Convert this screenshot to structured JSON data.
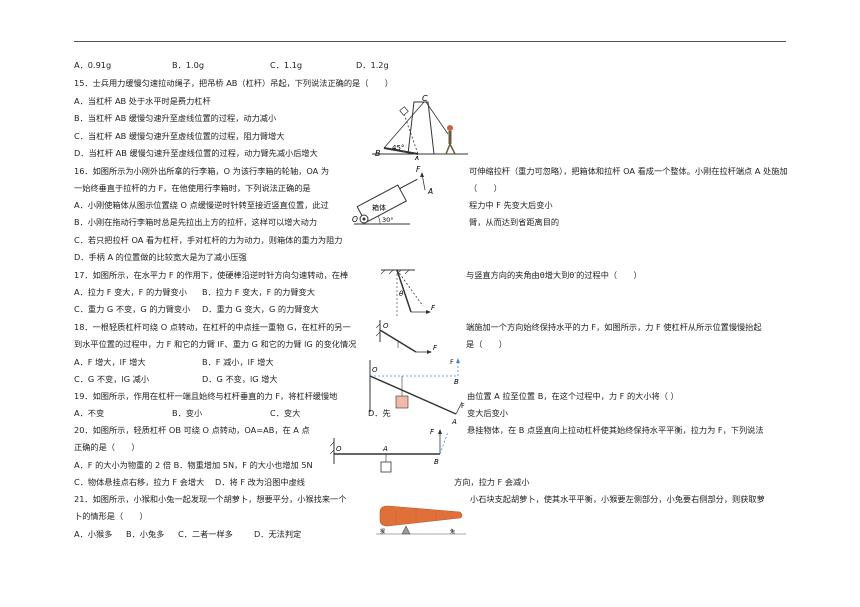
{
  "q14_options": [
    "A．0.91g",
    "B．1.0g",
    "C．1.1g",
    "D．1.2g"
  ],
  "q15": {
    "stem": "15．士兵用力缓慢匀速拉动绳子，把吊桥 AB（杠杆）吊起，下列说法正确的是（　　）",
    "options": [
      "A．当杠杆 AB 处于水平时是费力杠杆",
      "B．当杠杆 AB 缓慢匀速升至虚线位置的过程，动力减小",
      "C．当杠杆 AB 缓慢匀速升至虚线位置的过程，阻力臂增大",
      "D．当杠杆 AB 缓慢匀速升至虚线位置的过程，动力臂先减小后增大"
    ],
    "fig_labels": {
      "c": "C",
      "b": "B",
      "a": "A",
      "angle": "45°"
    }
  },
  "q16": {
    "stem_1a": "16．如图所示为小刚外出所拿的行李箱，O 为该行李箱的轮轴，OA 为",
    "stem_1b": "可伸缩拉杆（重力可忽略），把箱体和拉杆 OA 看成一个整体。小刚在拉杆端点 A 处施加",
    "stem_2a": "一始终垂直于拉杆的力 F，在他使用行李箱时，下列说法正确的是",
    "stem_2b": "（　　）",
    "opt_a_1": "A．小刚使箱体从图示位置绕 O 点缓慢逆时针转至接近竖直位置，此过",
    "opt_a_2": "程力中 F 先变大后变小",
    "opt_b_1": "B．小刚在拖动行李箱时总是先拉出上方的拉杆，这样可以增大动力",
    "opt_b_2": "臂，从而达到省距离目的",
    "opt_c": "C．若只把拉杆 OA 看为杠杆，手对杠杆的力为动力，则箱体的重力为阻力",
    "opt_d": "D．手柄 A 的位置做的比较宽大是为了减小压强",
    "fig_labels": {
      "box": "箱体",
      "o": "O",
      "a": "A",
      "f": "F",
      "angle": "30°"
    }
  },
  "q17": {
    "stem_a": "17．如图所示，在水平力 F 的作用下，使硬棒沿逆时针方向匀速转动，在棒",
    "stem_b": "与竖直方向的夹角由θ增大到θ′的过程中（　　）",
    "opt_ab": [
      "A．拉力 F 变大，F 的力臂变小",
      "B．拉力 F 变大，F 的力臂变大"
    ],
    "opt_cd": [
      "C．重力 G 不变，G 的力臂变小",
      "D．重力 G 变大，G 的力臂变大"
    ],
    "fig_labels": {
      "theta": "θ",
      "f": "F"
    }
  },
  "q18": {
    "stem_a": "18．一根轻质杠杆可绕 O 点转动，在杠杆的中点挂一重物 G，在杠杆的另一",
    "stem_b": "端施加一个方向始终保持水平的力 F，如图所示，力 F 使杠杆从所示位置慢慢抬起",
    "stem_2a": "到水平位置的过程中，力 F 和它的力臂 lF、重力 G 和它的力臂 lG 的变化情况",
    "stem_2b": "是（　　）",
    "opt_ab": [
      "A．F 增大，lF 增大",
      "B．F 减小，lF 增大"
    ],
    "opt_cd": [
      "C．G 不变，lG 减小",
      "D．G 不变，lG 增大"
    ],
    "fig_labels": {
      "o": "O",
      "f": "F"
    }
  },
  "q19": {
    "stem_a": "19．如图所示，作用在杠杆一端且始终与杠杆垂直的力 F，将杠杆缓慢地",
    "stem_b": "由位置 A 拉至位置 B，在这个过程中，力 F 的大小将（ ）",
    "opt_abcd": [
      "A．不变",
      "B．变小",
      "C．变大",
      "D．先"
    ],
    "opt_tail": "变大后变小",
    "fig_labels": {
      "o": "O",
      "a": "A",
      "b": "B",
      "f1": "F",
      "f2": "F"
    }
  },
  "q20": {
    "stem_a": "20．如图所示，轻质杠杆 OB 可绕 O 点转动，OA=AB，在 A 点",
    "stem_b": "悬挂物体，在 B 点竖直向上拉动杠杆使其始终保持水平平衡，拉力为 F，下列说法",
    "stem_2": "正确的是（　　）",
    "opt_ab": "A．F 的大小为物重的 2 倍 B．物重增加 5N，F 的大小也增加 5N",
    "opt_cd_a": "C．物体悬挂点右移，拉力 F 会增大　 D．将 F 改为沿图中虚线",
    "opt_cd_b": "方向，拉力 F 会减小",
    "fig_labels": {
      "o": "O",
      "a": "A",
      "b": "B",
      "f": "F"
    }
  },
  "q21": {
    "stem_a": "21．如图所示，小猴和小兔一起发现一个胡萝卜，想要平分，小猴找来一个",
    "stem_b": "小石块支起胡萝卜，使其水平平衡，小猴要左侧部分，小兔要右侧部分，则获取萝",
    "stem_2": "卜的情形是（　　）",
    "options": [
      "A．小猴多",
      "B．小兔多",
      "C．二者一样多",
      "D．无法判定"
    ],
    "fig_labels": {
      "monkey": "猴",
      "rabbit": "兔"
    }
  },
  "colors": {
    "carrot": "#e0703a",
    "weight": "#f2b8a8",
    "dashed": "#3a8fd8"
  }
}
